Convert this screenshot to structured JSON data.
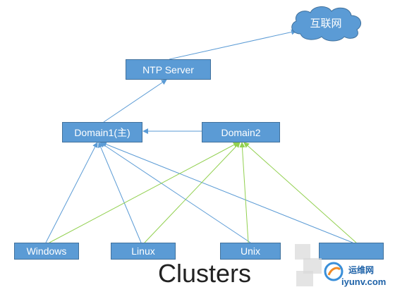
{
  "nodes": {
    "internet": "互联网",
    "ntp_server": "NTP Server",
    "domain1": "Domain1(主)",
    "domain2": "Domain2",
    "windows": "Windows",
    "linux": "Linux",
    "unix": "Unix"
  },
  "caption": "Clusters",
  "watermark": {
    "line1": "运维网",
    "line2": "iyunv.com"
  },
  "colors": {
    "node_fill": "#5b9bd5",
    "node_border": "#41719c",
    "blue_link": "#5b9bd5",
    "green_link": "#92d050",
    "cloud_fill": "#5b9bd5"
  }
}
